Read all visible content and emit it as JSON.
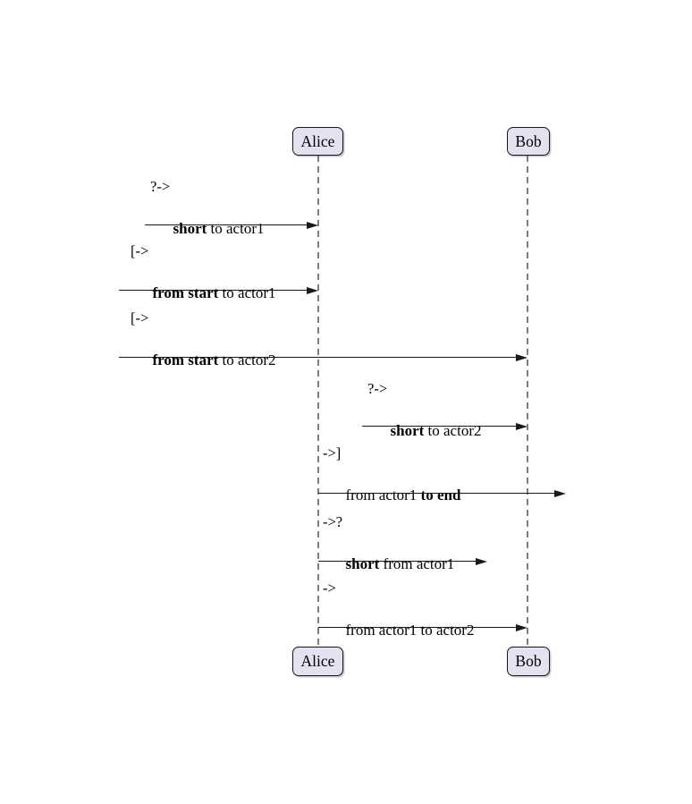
{
  "diagram": {
    "kind": "sequence-diagram",
    "actors": [
      {
        "name": "Alice"
      },
      {
        "name": "Bob"
      }
    ],
    "messages": [
      {
        "op": "?->",
        "pre": "",
        "bold": "short",
        "post": " to actor1"
      },
      {
        "op": "[->",
        "pre": "",
        "bold": "from start",
        "post": " to actor1"
      },
      {
        "op": "[->",
        "pre": "",
        "bold": "from start",
        "post": " to actor2"
      },
      {
        "op": "?->",
        "pre": "",
        "bold": "short",
        "post": " to actor2"
      },
      {
        "op": "->]",
        "pre": "from actor1 ",
        "bold": "to end",
        "post": ""
      },
      {
        "op": "->?",
        "pre": "",
        "bold": "short",
        "post": " from actor1"
      },
      {
        "op": "->",
        "pre": "from actor1 to actor2",
        "bold": "",
        "post": ""
      }
    ],
    "colors": {
      "background": "#FFFFFF",
      "actor_fill": "#E2E2F0",
      "actor_border": "#181818",
      "arrow": "#1A1A1A",
      "lifeline": "#7E7E7E",
      "text": "#000000"
    }
  }
}
